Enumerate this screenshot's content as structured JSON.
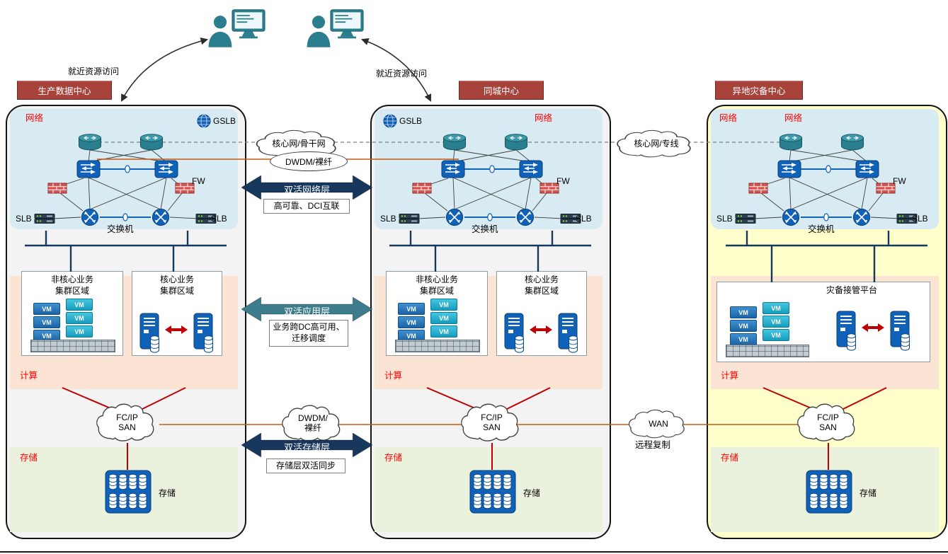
{
  "top": {
    "access_left": "就近资源访问",
    "access_right": "就近资源访问"
  },
  "links": {
    "core_backbone": "核心网/骨干网",
    "dwdm_top": "DWDM/裸纤",
    "net_layer_title": "双活网络层",
    "net_layer_sub": "高可靠、DCI互联",
    "app_layer_title": "双活应用层",
    "app_layer_sub": "业务跨DC高可用、迁移调度",
    "sto_layer_title": "双活存储层",
    "sto_layer_sub": "存储层双活同步",
    "dwdm_bottom": "DWDM/\n裸纤",
    "core_private": "核心网/专线",
    "wan": "WAN",
    "remote_copy": "远程复制"
  },
  "vm": "VM",
  "centers": [
    {
      "title": "生产数据中心",
      "network": "网络",
      "gslb": "GSLB",
      "fw": "FW",
      "slb_l": "SLB",
      "slb_r": "SLB",
      "switch": "交换机",
      "noncore": "非核心业务\n集群区域",
      "core": "核心业务\n集群区域",
      "compute": "计算",
      "san": "FC/IP\nSAN",
      "storage_zone": "存储",
      "storage_dev": "存储"
    },
    {
      "title": "同城中心",
      "network": "网络",
      "gslb": "GSLB",
      "fw": "FW",
      "slb_l": "SLB",
      "slb_r": "SLB",
      "switch": "交换机",
      "noncore": "非核心业务\n集群区域",
      "core": "核心业务\n集群区域",
      "compute": "计算",
      "san": "FC/IP\nSAN",
      "storage_zone": "存储",
      "storage_dev": "存储"
    },
    {
      "title": "异地灾备中心",
      "network": "网络",
      "network2": "网络",
      "fw": "FW",
      "slb_l": "SLB",
      "slb_r": "SLB",
      "switch": "交换机",
      "platform": "灾备接管平台",
      "compute": "计算",
      "san": "FC/IP\nSAN",
      "storage_zone": "存储",
      "storage_dev": "存储"
    }
  ],
  "colors": {
    "title_bg": "#a8433c",
    "navy_arrow": "#17375d",
    "teal_arrow": "#3d7c8c",
    "zone_label": "#ff0000",
    "red_line": "#c00000",
    "brown_line": "#c55a11",
    "icon_blue": "#1062b8"
  }
}
